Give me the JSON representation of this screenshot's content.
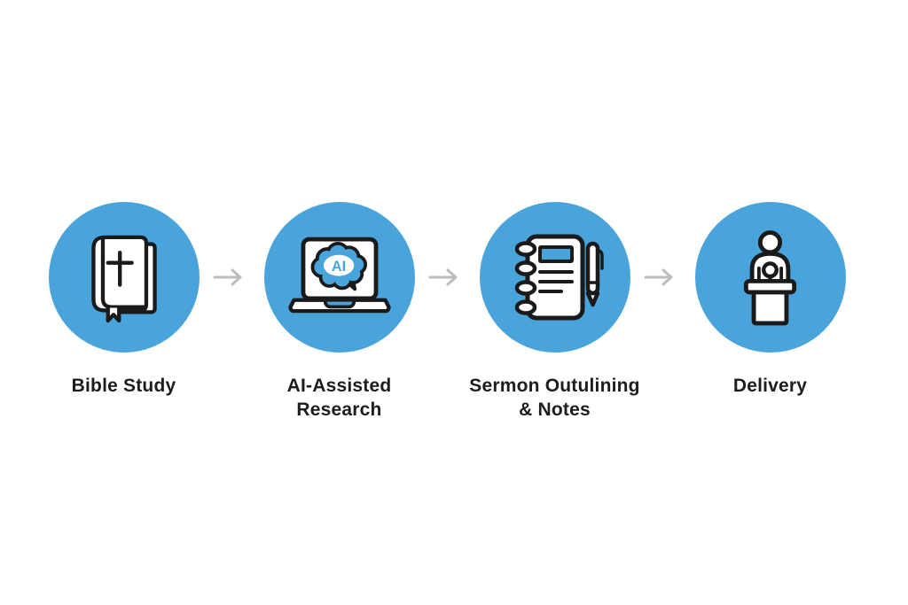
{
  "diagram": {
    "type": "process-flow",
    "background": "#ffffff",
    "circle_color": "#49a4db",
    "outline_color": "#1a1a1a",
    "arrow_color": "#bdbdbd",
    "label_color": "#1d1d1d",
    "steps": [
      {
        "label": "Bible Study",
        "icon": "bible-book-icon"
      },
      {
        "label": "AI-Assisted\nResearch",
        "icon": "laptop-ai-brain-icon",
        "badge": "AI"
      },
      {
        "label": "Sermon Outulining\n& Notes",
        "icon": "notebook-pen-icon"
      },
      {
        "label": "Delivery",
        "icon": "speaker-podium-icon"
      }
    ]
  }
}
